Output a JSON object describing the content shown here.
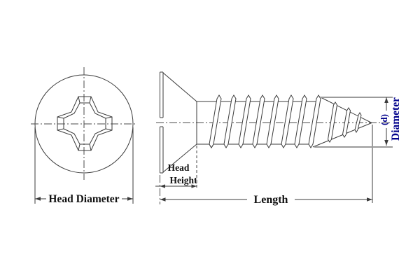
{
  "drawing": {
    "labels": {
      "head_diameter": "Head Diameter",
      "head_height_line1": "Head",
      "head_height_line2": "Height",
      "length": "Length",
      "minor_d": "(d)",
      "diameter": "Diameter"
    },
    "colors": {
      "line": "#3b3b3b",
      "extension_gray": "#9b9b9b",
      "label_text": "#111111",
      "diameter_label": "#00008b",
      "background": "#ffffff"
    }
  }
}
